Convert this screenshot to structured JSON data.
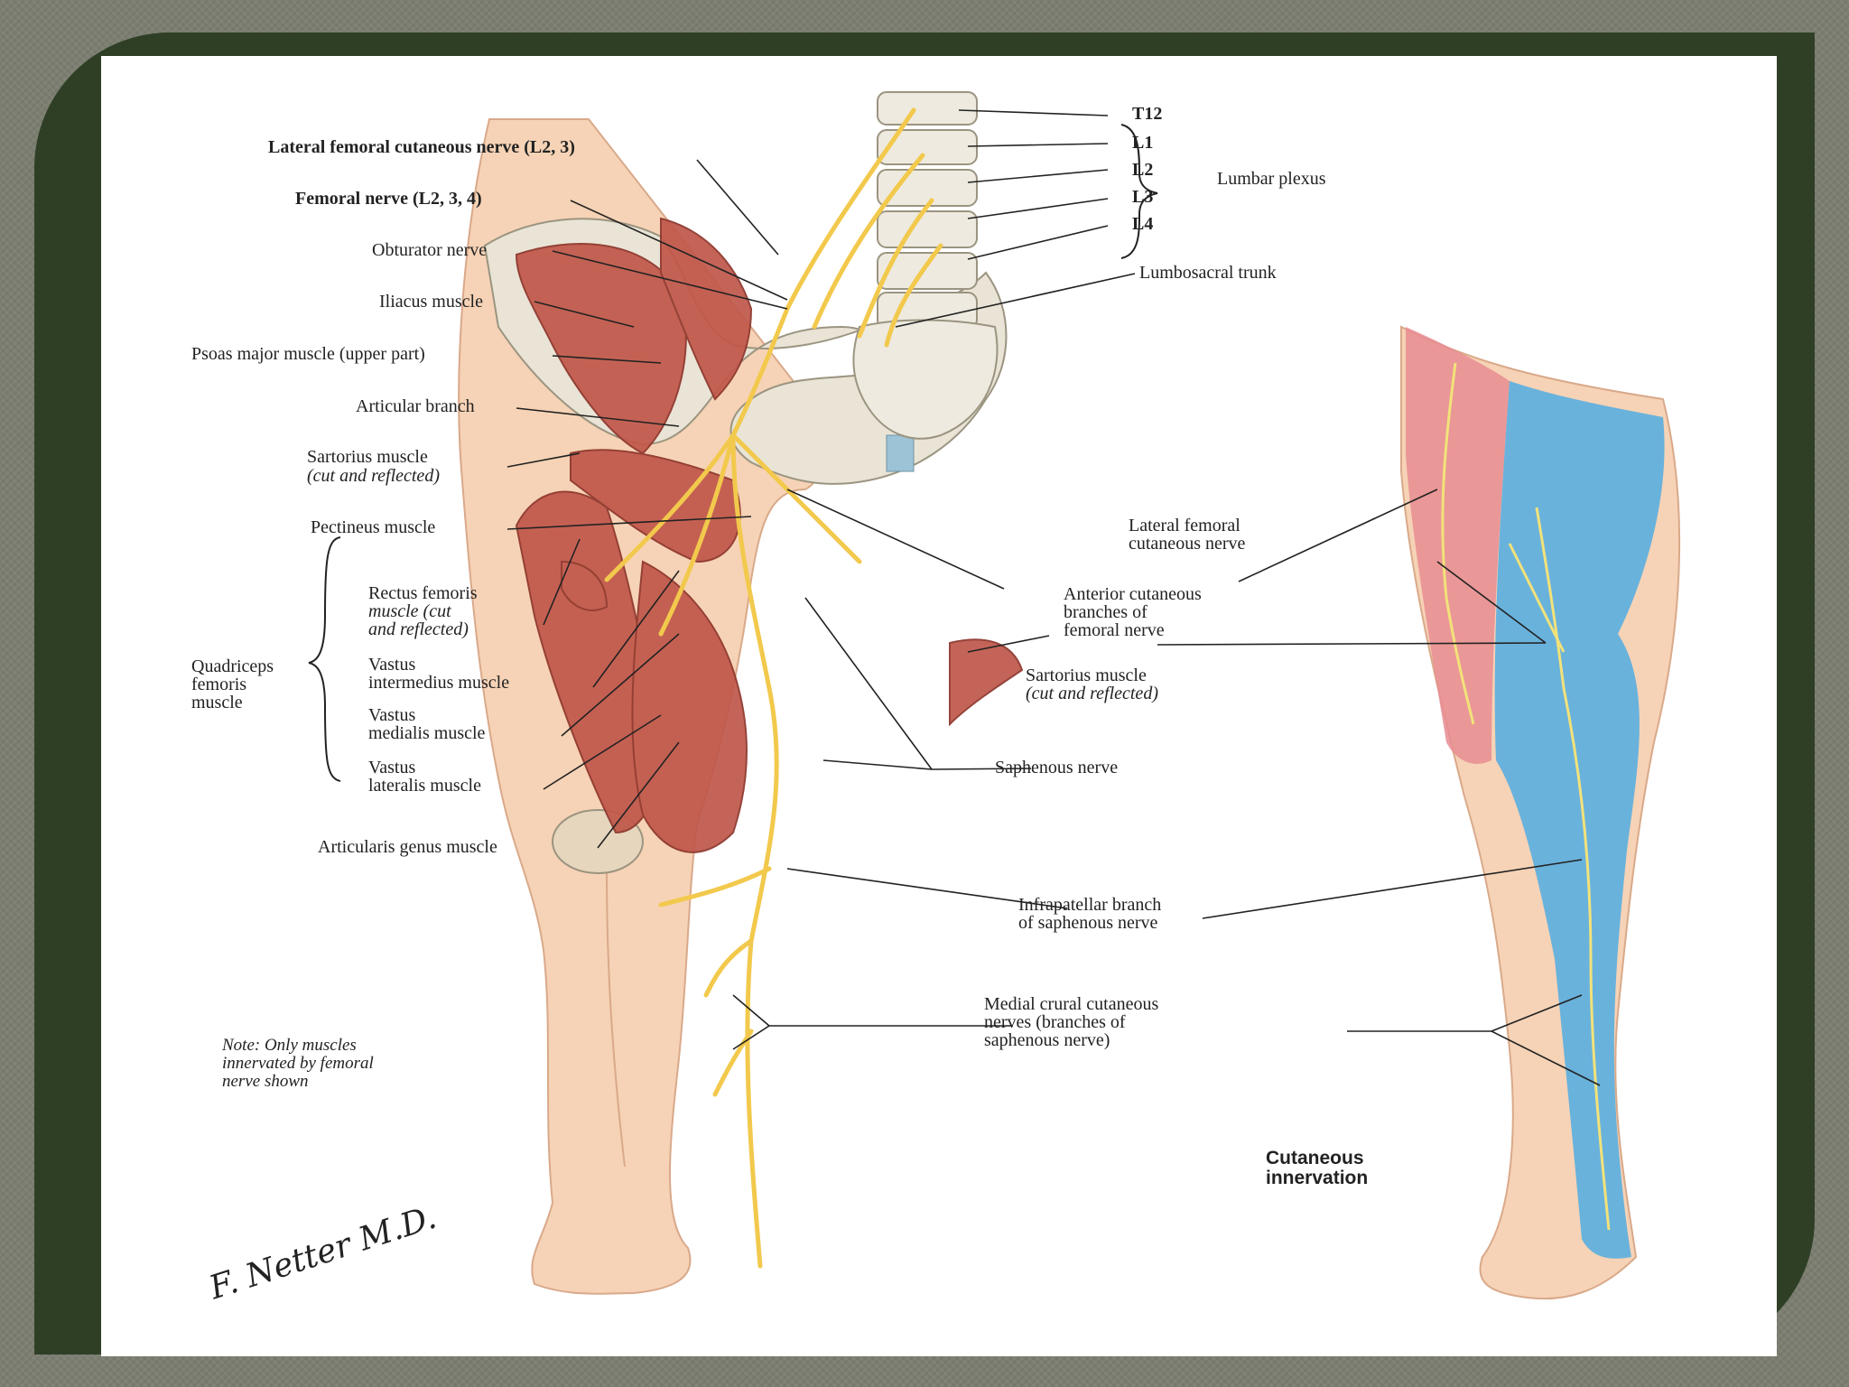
{
  "labels": {
    "t12": "T12",
    "l1": "L1",
    "l2": "L2",
    "l3": "L3",
    "l4": "L4",
    "lumbar_plexus": "Lumbar plexus",
    "lumbosacral_trunk": "Lumbosacral trunk",
    "lateral_femoral_cutaneous": "Lateral femoral cutaneous nerve (L2, 3)",
    "femoral_nerve": "Femoral nerve (L2, 3, 4)",
    "obturator_nerve": "Obturator nerve",
    "iliacus_muscle": "Iliacus muscle",
    "psoas_major": "Psoas major muscle (upper part)",
    "articular_branch": "Articular branch",
    "sartorius_upper_1": "Sartorius muscle",
    "sartorius_upper_2": "(cut and reflected)",
    "pectineus": "Pectineus muscle",
    "rectus_femoris_1": "Rectus femoris",
    "rectus_femoris_2": "muscle (cut",
    "rectus_femoris_3": "and reflected)",
    "vastus_intermedius_1": "Vastus",
    "vastus_intermedius_2": "intermedius muscle",
    "vastus_medialis_1": "Vastus",
    "vastus_medialis_2": "medialis muscle",
    "vastus_lateralis_1": "Vastus",
    "vastus_lateralis_2": "lateralis muscle",
    "quadriceps_1": "Quadriceps",
    "quadriceps_2": "femoris",
    "quadriceps_3": "muscle",
    "articularis_genus": "Articularis genus muscle",
    "anterior_cutaneous_1": "Anterior cutaneous",
    "anterior_cutaneous_2": "branches of",
    "anterior_cutaneous_3": "femoral nerve",
    "sartorius_lower_1": "Sartorius muscle",
    "sartorius_lower_2": "(cut and reflected)",
    "saphenous_nerve": "Saphenous nerve",
    "infrapatellar_1": "Infrapatellar branch",
    "infrapatellar_2": "of saphenous nerve",
    "medial_crural_1": "Medial crural cutaneous",
    "medial_crural_2": "nerves (branches of",
    "medial_crural_3": "saphenous nerve)",
    "lateral_femoral_right_1": "Lateral femoral",
    "lateral_femoral_right_2": "cutaneous nerve",
    "note_1": "Note: Only muscles",
    "note_2": "innervated by femoral",
    "note_3": "nerve shown",
    "cutaneous_1": "Cutaneous",
    "cutaneous_2": "innervation"
  },
  "signature": "F. Netter M.D.",
  "colors": {
    "frame": "#2f3f26",
    "nerve": "#f2c94c",
    "muscle": "#c0574a",
    "skin": "#f6d3b6",
    "blue_zone": "#5aaee0",
    "red_zone": "#e78c92",
    "bone": "#e9e4d6"
  }
}
